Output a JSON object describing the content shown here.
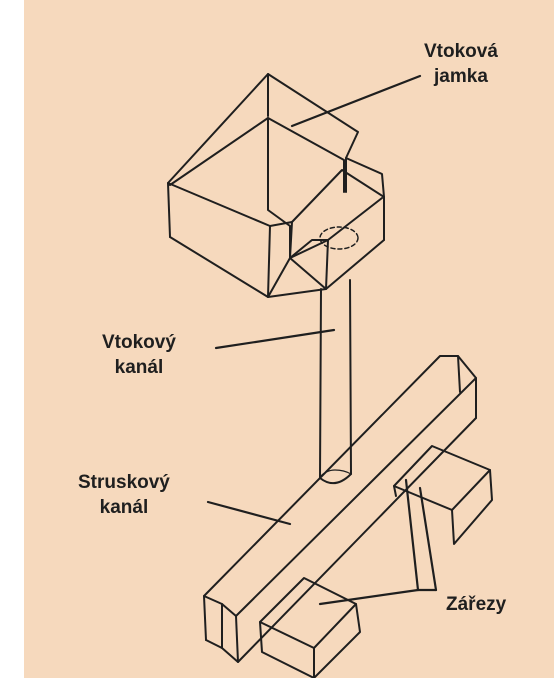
{
  "diagram": {
    "background_color": "#f6d9bd",
    "stroke_color": "#1f1f1f",
    "labels": {
      "vtokova_jamka": [
        "Vtoková",
        "jamka"
      ],
      "vtokovy_kanal": [
        "Vtokový",
        "kanál"
      ],
      "struskovy_kanal": [
        "Struskový",
        "kanál"
      ],
      "zarezy": [
        "Zářezy"
      ]
    }
  }
}
